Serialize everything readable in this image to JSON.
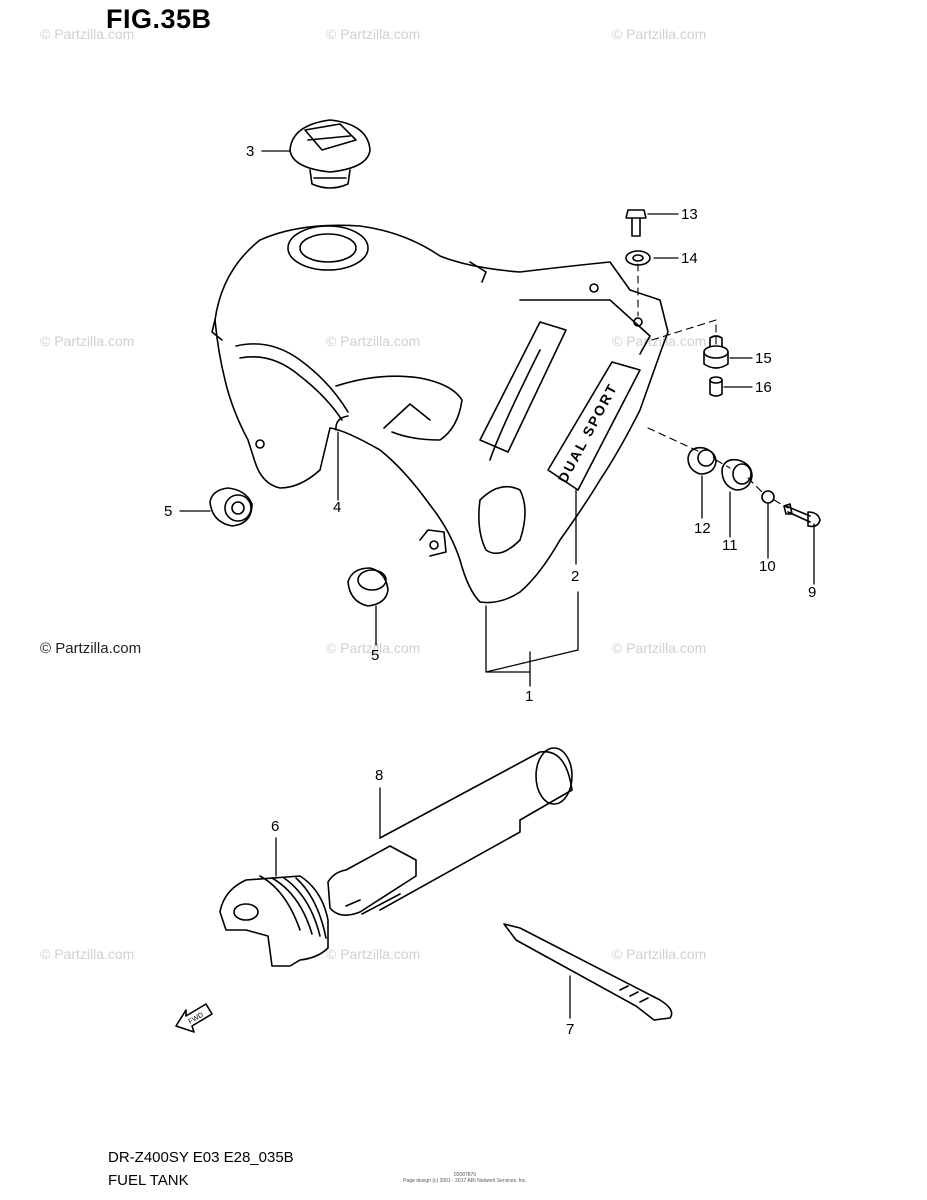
{
  "figure": {
    "title": "FIG.35B",
    "model_code": "DR-Z400SY E03 E28_035B",
    "section_name": "FUEL TANK",
    "footer_small_1": "02087870",
    "footer_small_2": "Page design (c) 2001 - 2017 ARI Network Services, Inc."
  },
  "watermark": {
    "text": "© Partzilla.com",
    "strong_text": "© Partzilla.com"
  },
  "tank_decal_text": "DUAL SPORT",
  "fwd_label": "FWD",
  "callouts": [
    {
      "id": "1",
      "label": "1"
    },
    {
      "id": "2",
      "label": "2"
    },
    {
      "id": "3",
      "label": "3"
    },
    {
      "id": "4",
      "label": "4"
    },
    {
      "id": "5a",
      "label": "5"
    },
    {
      "id": "5b",
      "label": "5"
    },
    {
      "id": "6",
      "label": "6"
    },
    {
      "id": "7",
      "label": "7"
    },
    {
      "id": "8",
      "label": "8"
    },
    {
      "id": "9",
      "label": "9"
    },
    {
      "id": "10",
      "label": "10"
    },
    {
      "id": "11",
      "label": "11"
    },
    {
      "id": "12",
      "label": "12"
    },
    {
      "id": "13",
      "label": "13"
    },
    {
      "id": "14",
      "label": "14"
    },
    {
      "id": "15",
      "label": "15"
    },
    {
      "id": "16",
      "label": "16"
    }
  ]
}
